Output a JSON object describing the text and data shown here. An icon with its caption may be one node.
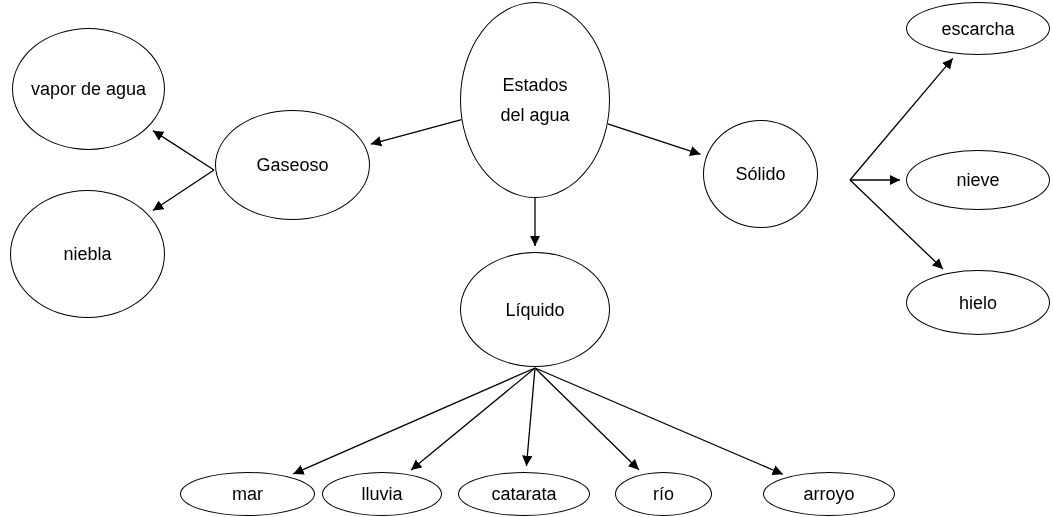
{
  "diagram": {
    "nodes": [
      {
        "text": [
          "Estados del agua"
        ]
      },
      {
        "text": [
          "Gaseoso"
        ]
      },
      {
        "text": [
          "Sólido"
        ]
      },
      {
        "text": [
          "Líquido"
        ]
      },
      {
        "text": [
          "vapor de agua"
        ]
      },
      {
        "text": [
          "niebla"
        ]
      },
      {
        "text": [
          "escarcha"
        ]
      },
      {
        "text": [
          "nieve"
        ]
      },
      {
        "text": [
          "hielo"
        ]
      },
      {
        "text": [
          "mar"
        ]
      },
      {
        "text": [
          "lluvia"
        ]
      },
      {
        "text": [
          "catarata"
        ]
      },
      {
        "text": [
          "río"
        ]
      },
      {
        "text": [
          "arroyo"
        ]
      }
    ],
    "edges": [
      {
        "from": 0,
        "to": 1,
        "arrow": "to"
      },
      {
        "from": 0,
        "to": 2,
        "arrow": "to"
      },
      {
        "from": 0,
        "to": 3,
        "arrow": "to"
      },
      {
        "from": 1,
        "to": 4,
        "arrow": "to"
      },
      {
        "from": 1,
        "to": 5,
        "arrow": "to"
      },
      {
        "from": 2,
        "to": 6,
        "arrow": "to"
      },
      {
        "from": 2,
        "to": 7,
        "arrow": "to"
      },
      {
        "from": 2,
        "to": 8,
        "arrow": "to"
      },
      {
        "from": 3,
        "to": 9,
        "arrow": "to"
      },
      {
        "from": 3,
        "to": 10,
        "arrow": "to"
      },
      {
        "from": 3,
        "to": 11,
        "arrow": "to"
      },
      {
        "from": 3,
        "to": 12,
        "arrow": "to"
      },
      {
        "from": 3,
        "to": 13,
        "arrow": "to"
      }
    ]
  }
}
